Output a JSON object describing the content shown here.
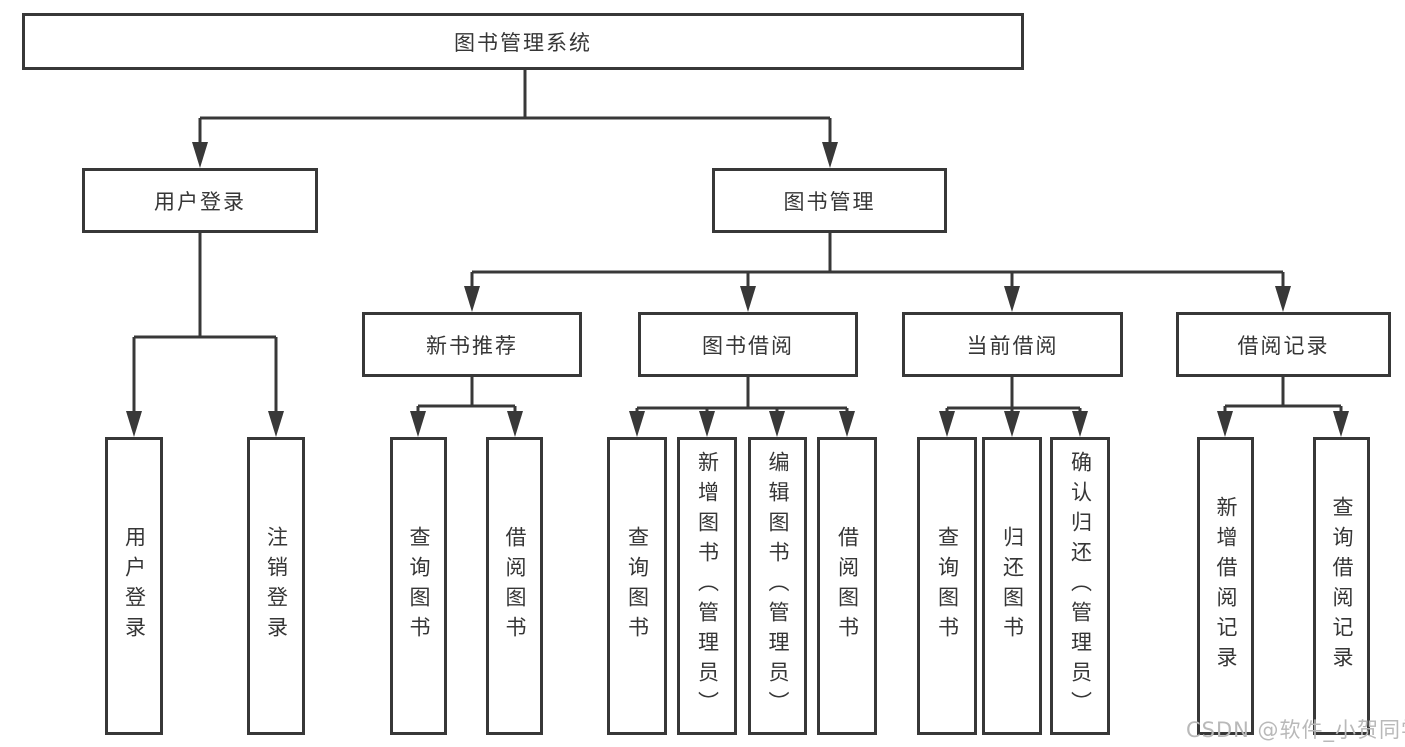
{
  "diagram": {
    "tree": {
      "label": "图书管理系统",
      "children": [
        {
          "label": "用户登录",
          "children": [
            {
              "label": "用户登录"
            },
            {
              "label": "注销登录"
            }
          ]
        },
        {
          "label": "图书管理",
          "children": [
            {
              "label": "新书推荐",
              "children": [
                {
                  "label": "查询图书"
                },
                {
                  "label": "借阅图书"
                }
              ]
            },
            {
              "label": "图书借阅",
              "children": [
                {
                  "label": "查询图书"
                },
                {
                  "label": "新增图书（管理员）"
                },
                {
                  "label": "编辑图书（管理员）"
                },
                {
                  "label": "借阅图书"
                }
              ]
            },
            {
              "label": "当前借阅",
              "children": [
                {
                  "label": "查询图书"
                },
                {
                  "label": "归还图书"
                },
                {
                  "label": "确认归还（管理员）"
                }
              ]
            },
            {
              "label": "借阅记录",
              "children": [
                {
                  "label": "新增借阅记录"
                },
                {
                  "label": "查询借阅记录"
                }
              ]
            }
          ]
        }
      ]
    },
    "watermark": "CSDN @软件_小贺同学",
    "colors": {
      "line": "#383838",
      "box_border": "#383838",
      "box_fill": "#ffffff",
      "text": "#363636",
      "background": "#ffffff",
      "watermark": "#b9b9b9"
    }
  }
}
